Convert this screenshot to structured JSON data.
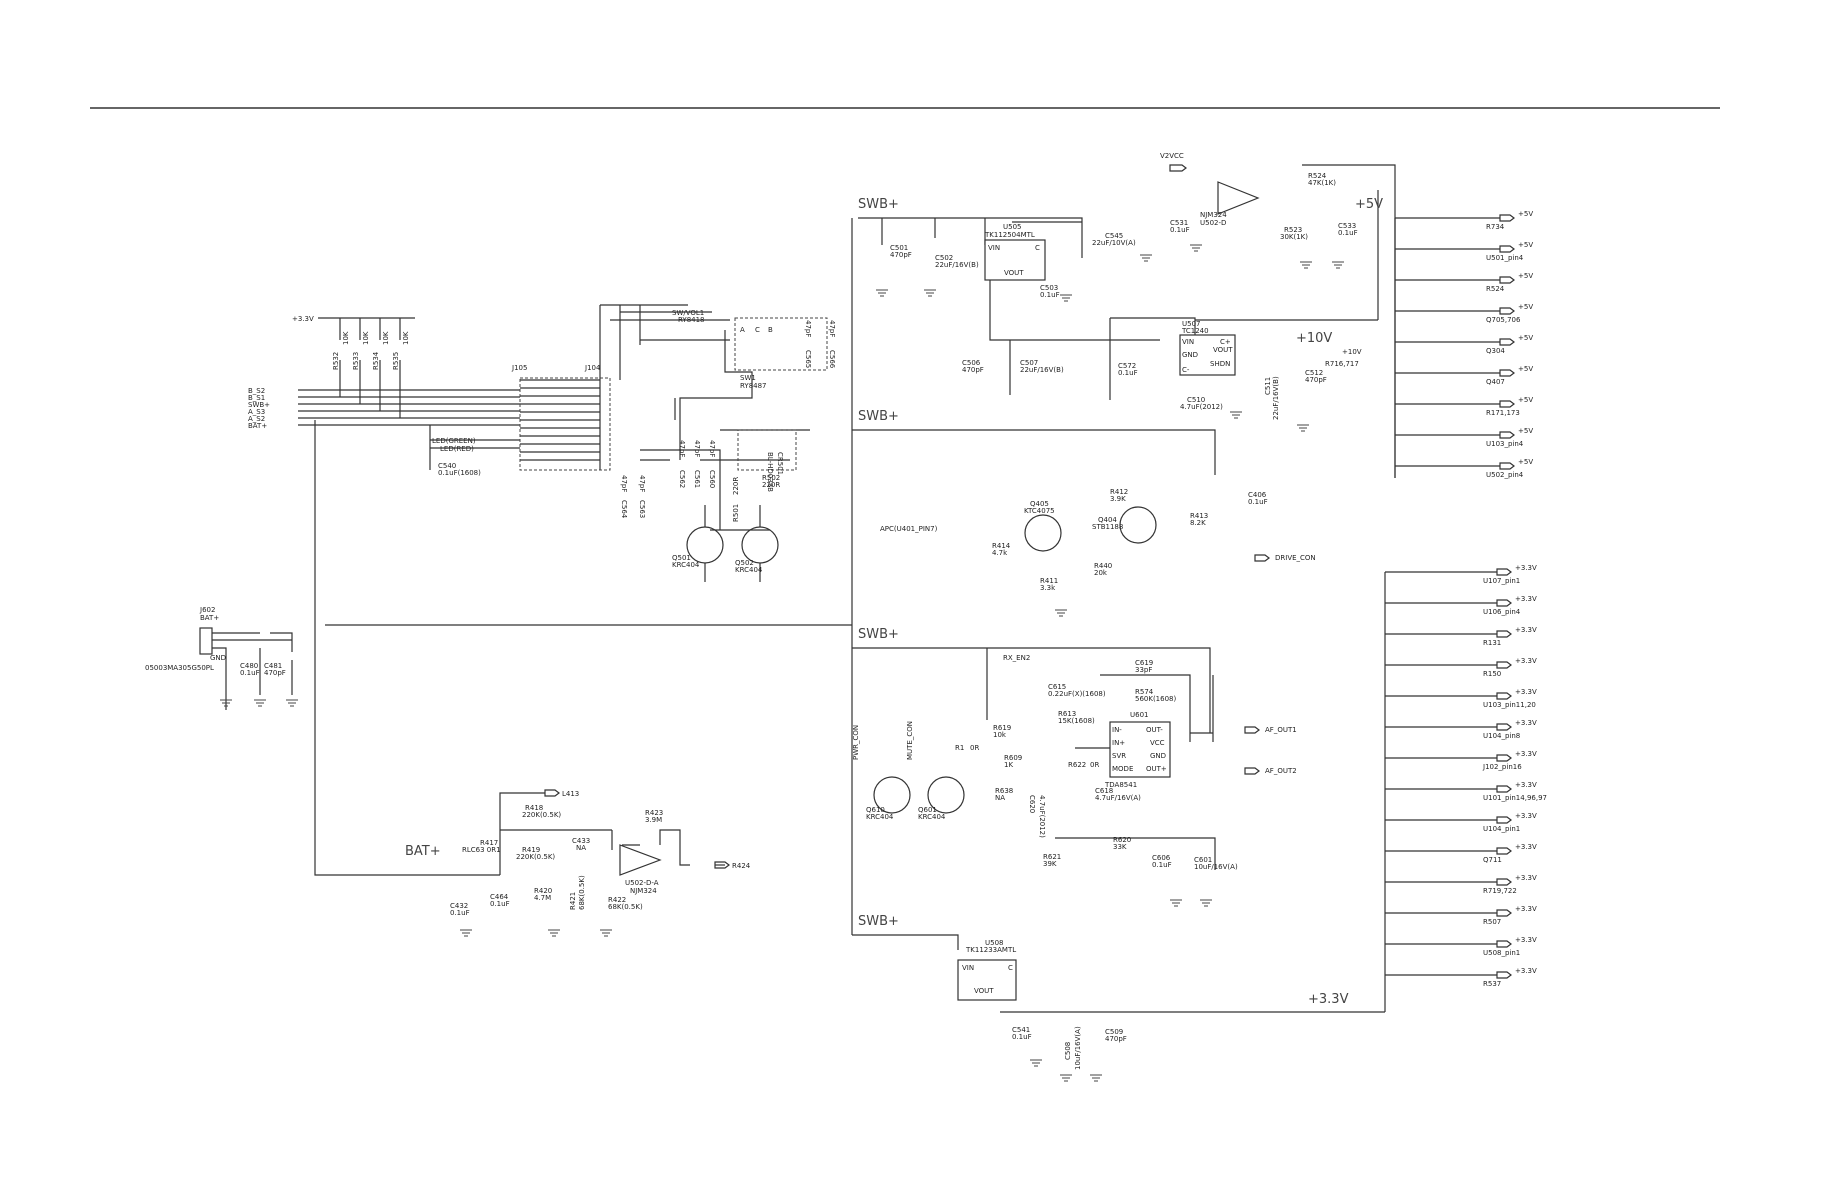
{
  "colors": {
    "ink": "#333333",
    "paper": "#ffffff"
  },
  "rails": {
    "swb1": "SWB+",
    "swb2": "SWB+",
    "swb3": "SWB+",
    "swb4": "SWB+",
    "p5v": "+5V",
    "p10v": "+10V",
    "bat": "BAT+",
    "p33v": "+3.3V"
  },
  "ics": {
    "u505": "U505",
    "u505_part": "TK112504MTL",
    "u507": "U507",
    "u507_part": "TC1240",
    "u502d": "U502-D",
    "u502d_part": "NJM324",
    "u502a": "U502-D-A",
    "u502a_part": "NJM324",
    "u601": "U601",
    "u601_part": "TDA8541",
    "u508": "U508",
    "u508_part": "TK11233AMTL",
    "j105": "J105",
    "j104": "J104",
    "j602": "J602",
    "j602_sub": "BAT+",
    "j602_part": "05003MA305G50PL",
    "gnd": "GND",
    "cr501": "CR501",
    "cr501_part": "BL-HD033B"
  },
  "pins": {
    "vin": "VIN",
    "c": "C",
    "vout": "VOUT",
    "cp": "C+",
    "cm": "C-",
    "gnd": "GND",
    "shdn": "SHDN",
    "in_m": "IN-",
    "in_p": "IN+",
    "svr": "SVR",
    "mode": "MODE",
    "out_m": "OUT-",
    "vcc": "VCC",
    "out_p": "OUT+"
  },
  "switches": {
    "sw_vol": "SW/VOL1",
    "sw_vol_part": "RY8418",
    "sw1": "SW1",
    "sw1_part": "RY8487",
    "a": "A",
    "b": "B",
    "c": "C"
  },
  "transistors": {
    "q501": "Q501",
    "q501_part": "KRC404",
    "q502": "Q502",
    "q502_part": "KRC404",
    "q405": "Q405",
    "q405_part": "KTC4075",
    "q404": "Q404",
    "q404_part": "STB1188",
    "q610": "Q610",
    "q610_part": "KRC404",
    "q601": "Q601",
    "q601_part": "KRC404"
  },
  "left_nets": {
    "p33": "+3.3V",
    "b_s2": "B_S2",
    "b_s1": "B_S1",
    "swb": "SWB+",
    "a_s3": "A_S3",
    "a_s2": "A_S2",
    "bat": "BAT+",
    "led_green": "LED(GREEN)",
    "led_red": "LED(RED)"
  },
  "resistors": {
    "r532": "R532",
    "r533": "R533",
    "r534": "R534",
    "r535": "R535",
    "v10k": "10K",
    "r501": "R501",
    "r501_v": "220R",
    "r502": "R502",
    "r502_v": "220R",
    "r524": "R524",
    "r524_v": "47K(1K)",
    "r523": "R523",
    "r523_v": "30K(1K)",
    "r412": "R412",
    "r412_v": "3.9K",
    "r413": "R413",
    "r413_v": "8.2K",
    "r414": "R414",
    "r414_v": "4.7k",
    "r440": "R440",
    "r440_v": "20k",
    "r411": "R411",
    "r411_v": "3.3k",
    "r574": "R574",
    "r574_v": "560K(1608)",
    "r613": "R613",
    "r613_v": "15K(1608)",
    "r619": "R619",
    "r619_v": "10k",
    "r1": "R1",
    "r1_v": "0R",
    "r609": "R609",
    "r609_v": "1K",
    "r622": "R622",
    "r622_v": "0R",
    "r638": "R638",
    "r638_v": "NA",
    "r621": "R621",
    "r621_v": "39K",
    "r620": "R620",
    "r620_v": "33K",
    "r418": "R418",
    "r418_v": "220K(0.5K)",
    "r423": "R423",
    "r423_v": "3.9M",
    "r419": "R419",
    "r419_v": "220K(0.5K)",
    "r417": "R417",
    "r417_v": "RLC63 0R1",
    "r420": "R420",
    "r420_v": "4.7M",
    "r421": "R421",
    "r421_v": "68K(0.5K)",
    "r422": "R422",
    "r422_v": "68K(0.5K)"
  },
  "capacitors": {
    "c540": "C540",
    "c540_v": "0.1uF(1608)",
    "c562": "C562",
    "c561": "C561",
    "c560": "C560",
    "c564": "C564",
    "c563": "C563",
    "c565": "C565",
    "c566": "C566",
    "v47p": "47pF",
    "c480": "C480",
    "c480_v": "0.1uF",
    "c481": "C481",
    "c481_v": "470pF",
    "c501": "C501",
    "c501_v": "470pF",
    "c502": "C502",
    "c502_v": "22uF/16V(B)",
    "c503": "C503",
    "c503_v": "0.1uF",
    "c506": "C506",
    "c506_v": "470pF",
    "c507": "C507",
    "c507_v": "22uF/16V(B)",
    "c572": "C572",
    "c572_v": "0.1uF",
    "c510": "C510",
    "c510_v": "4.7uF(2012)",
    "c511": "C511",
    "c511_v": "22uF/16V(B)",
    "c512": "C512",
    "c512_v": "470pF",
    "c545": "C545",
    "c545_v": "22uF/10V(A)",
    "c531": "C531",
    "c531_v": "0.1uF",
    "c533": "C533",
    "c533_v": "0.1uF",
    "c406": "C406",
    "c406_v": "0.1uF",
    "c619": "C619",
    "c619_v": "33pF",
    "c615": "C615",
    "c615_v": "0.22uF(X)(1608)",
    "c618": "C618",
    "c618_v": "4.7uF/16V(A)",
    "c620": "C620",
    "c620_v": "4.7uF(2012)",
    "c606": "C606",
    "c606_v": "0.1uF",
    "c601": "C601",
    "c601_v": "10uF/16V(A)",
    "c433": "C433",
    "c433_v": "NA",
    "c432": "C432",
    "c432_v": "0.1uF",
    "c464": "C464",
    "c464_v": "0.1uF",
    "c541": "C541",
    "c541_v": "0.1uF",
    "c508": "C508",
    "c508_v": "10uF/16V(A)",
    "c509": "C509",
    "c509_v": "470pF"
  },
  "signals": {
    "v2vcc": "V2VCC",
    "p10v_out": "+10V",
    "r716": "R716,717",
    "apc": "APC(U401_PIN7)",
    "drive": "DRIVE_CON",
    "rx_en2": "RX_EN2",
    "af1": "AF_OUT1",
    "af2": "AF_OUT2",
    "pwr_con": "PWR_CON",
    "mute_con": "MUTE_CON",
    "l413": "L413",
    "r424": "R424"
  },
  "bus_5v": [
    {
      "v": "+5V",
      "dest": "R734"
    },
    {
      "v": "+5V",
      "dest": "U501_pin4"
    },
    {
      "v": "+5V",
      "dest": "R524"
    },
    {
      "v": "+5V",
      "dest": "Q705,706"
    },
    {
      "v": "+5V",
      "dest": "Q304"
    },
    {
      "v": "+5V",
      "dest": "Q407"
    },
    {
      "v": "+5V",
      "dest": "R171,173"
    },
    {
      "v": "+5V",
      "dest": "U103_pin4"
    },
    {
      "v": "+5V",
      "dest": "U502_pin4"
    }
  ],
  "bus_33v": [
    {
      "v": "+3.3V",
      "dest": "U107_pin1"
    },
    {
      "v": "+3.3V",
      "dest": "U106_pin4"
    },
    {
      "v": "+3.3V",
      "dest": "R131"
    },
    {
      "v": "+3.3V",
      "dest": "R150"
    },
    {
      "v": "+3.3V",
      "dest": "U103_pin11,20"
    },
    {
      "v": "+3.3V",
      "dest": "U104_pin8"
    },
    {
      "v": "+3.3V",
      "dest": "J102_pin16"
    },
    {
      "v": "+3.3V",
      "dest": "U101_pin14,96,97"
    },
    {
      "v": "+3.3V",
      "dest": "U104_pin1"
    },
    {
      "v": "+3.3V",
      "dest": "Q711"
    },
    {
      "v": "+3.3V",
      "dest": "R719,722"
    },
    {
      "v": "+3.3V",
      "dest": "R507"
    },
    {
      "v": "+3.3V",
      "dest": "U508_pin1"
    },
    {
      "v": "+3.3V",
      "dest": "R537"
    }
  ]
}
